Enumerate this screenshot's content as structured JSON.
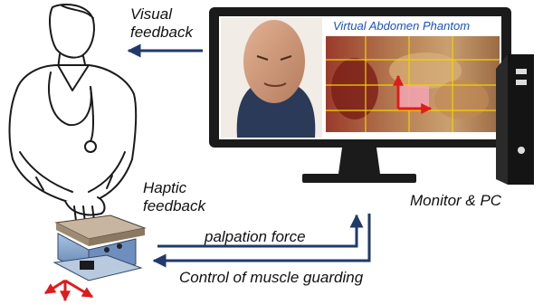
{
  "labels": {
    "visual_feedback_line1": "Visual",
    "visual_feedback_line2": "feedback",
    "haptic_feedback_line1": "Haptic",
    "haptic_feedback_line2": "feedback",
    "monitor_pc": "Monitor & PC",
    "palpation_force": "palpation force",
    "control_muscle_guarding": "Control of muscle guarding",
    "screen_title": "Virtual Abdomen Phantom"
  },
  "colors": {
    "arrow": "#1f3a6b",
    "axis_red": "#e01b1b",
    "title_blue": "#1a4fc4",
    "monitor": "#1b1b1b"
  }
}
